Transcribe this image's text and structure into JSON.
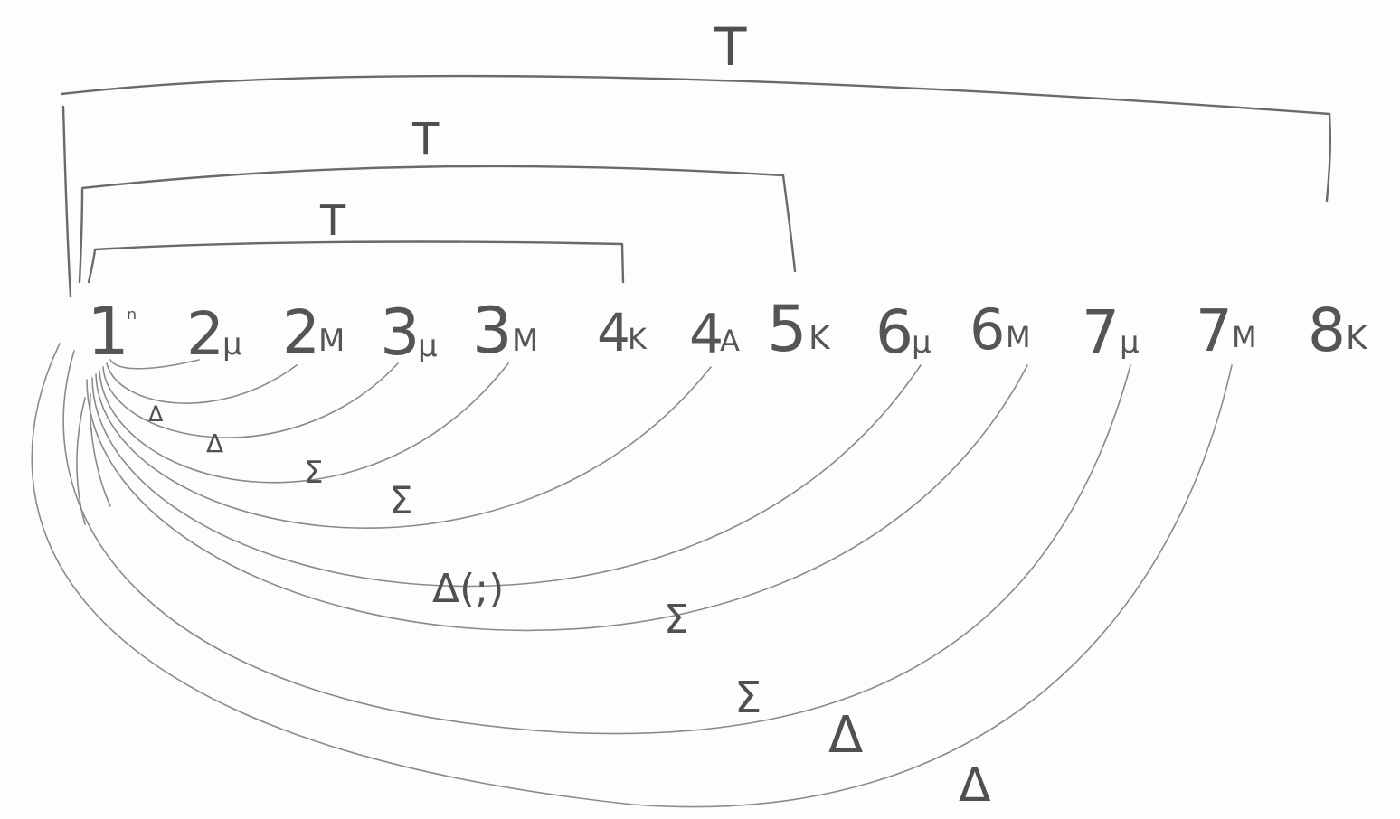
{
  "notes": [
    {
      "degree": "1",
      "quality": "ⁿ"
    },
    {
      "degree": "2",
      "quality": "μ"
    },
    {
      "degree": "2",
      "quality": "Μ"
    },
    {
      "degree": "3",
      "quality": "μ"
    },
    {
      "degree": "3",
      "quality": "Μ"
    },
    {
      "degree": "4",
      "quality": "Κ"
    },
    {
      "degree": "4",
      "quality": "Α"
    },
    {
      "degree": "5",
      "quality": "Κ"
    },
    {
      "degree": "6",
      "quality": "μ"
    },
    {
      "degree": "6",
      "quality": "Μ"
    },
    {
      "degree": "7",
      "quality": "μ"
    },
    {
      "degree": "7",
      "quality": "Μ"
    },
    {
      "degree": "8",
      "quality": "Κ"
    }
  ],
  "brackets": [
    {
      "label": "T",
      "to_note": 12
    },
    {
      "label": "T",
      "to_note": 7
    },
    {
      "label": "T",
      "to_note": 5
    }
  ],
  "arc_labels": [
    "Δ",
    "Δ",
    "Σ",
    "Σ",
    "Δ(;)",
    "Σ",
    "Σ",
    "Δ",
    "Δ"
  ],
  "colors": {
    "ink": "#6d6d6d",
    "paper": "#fdfdfb"
  }
}
